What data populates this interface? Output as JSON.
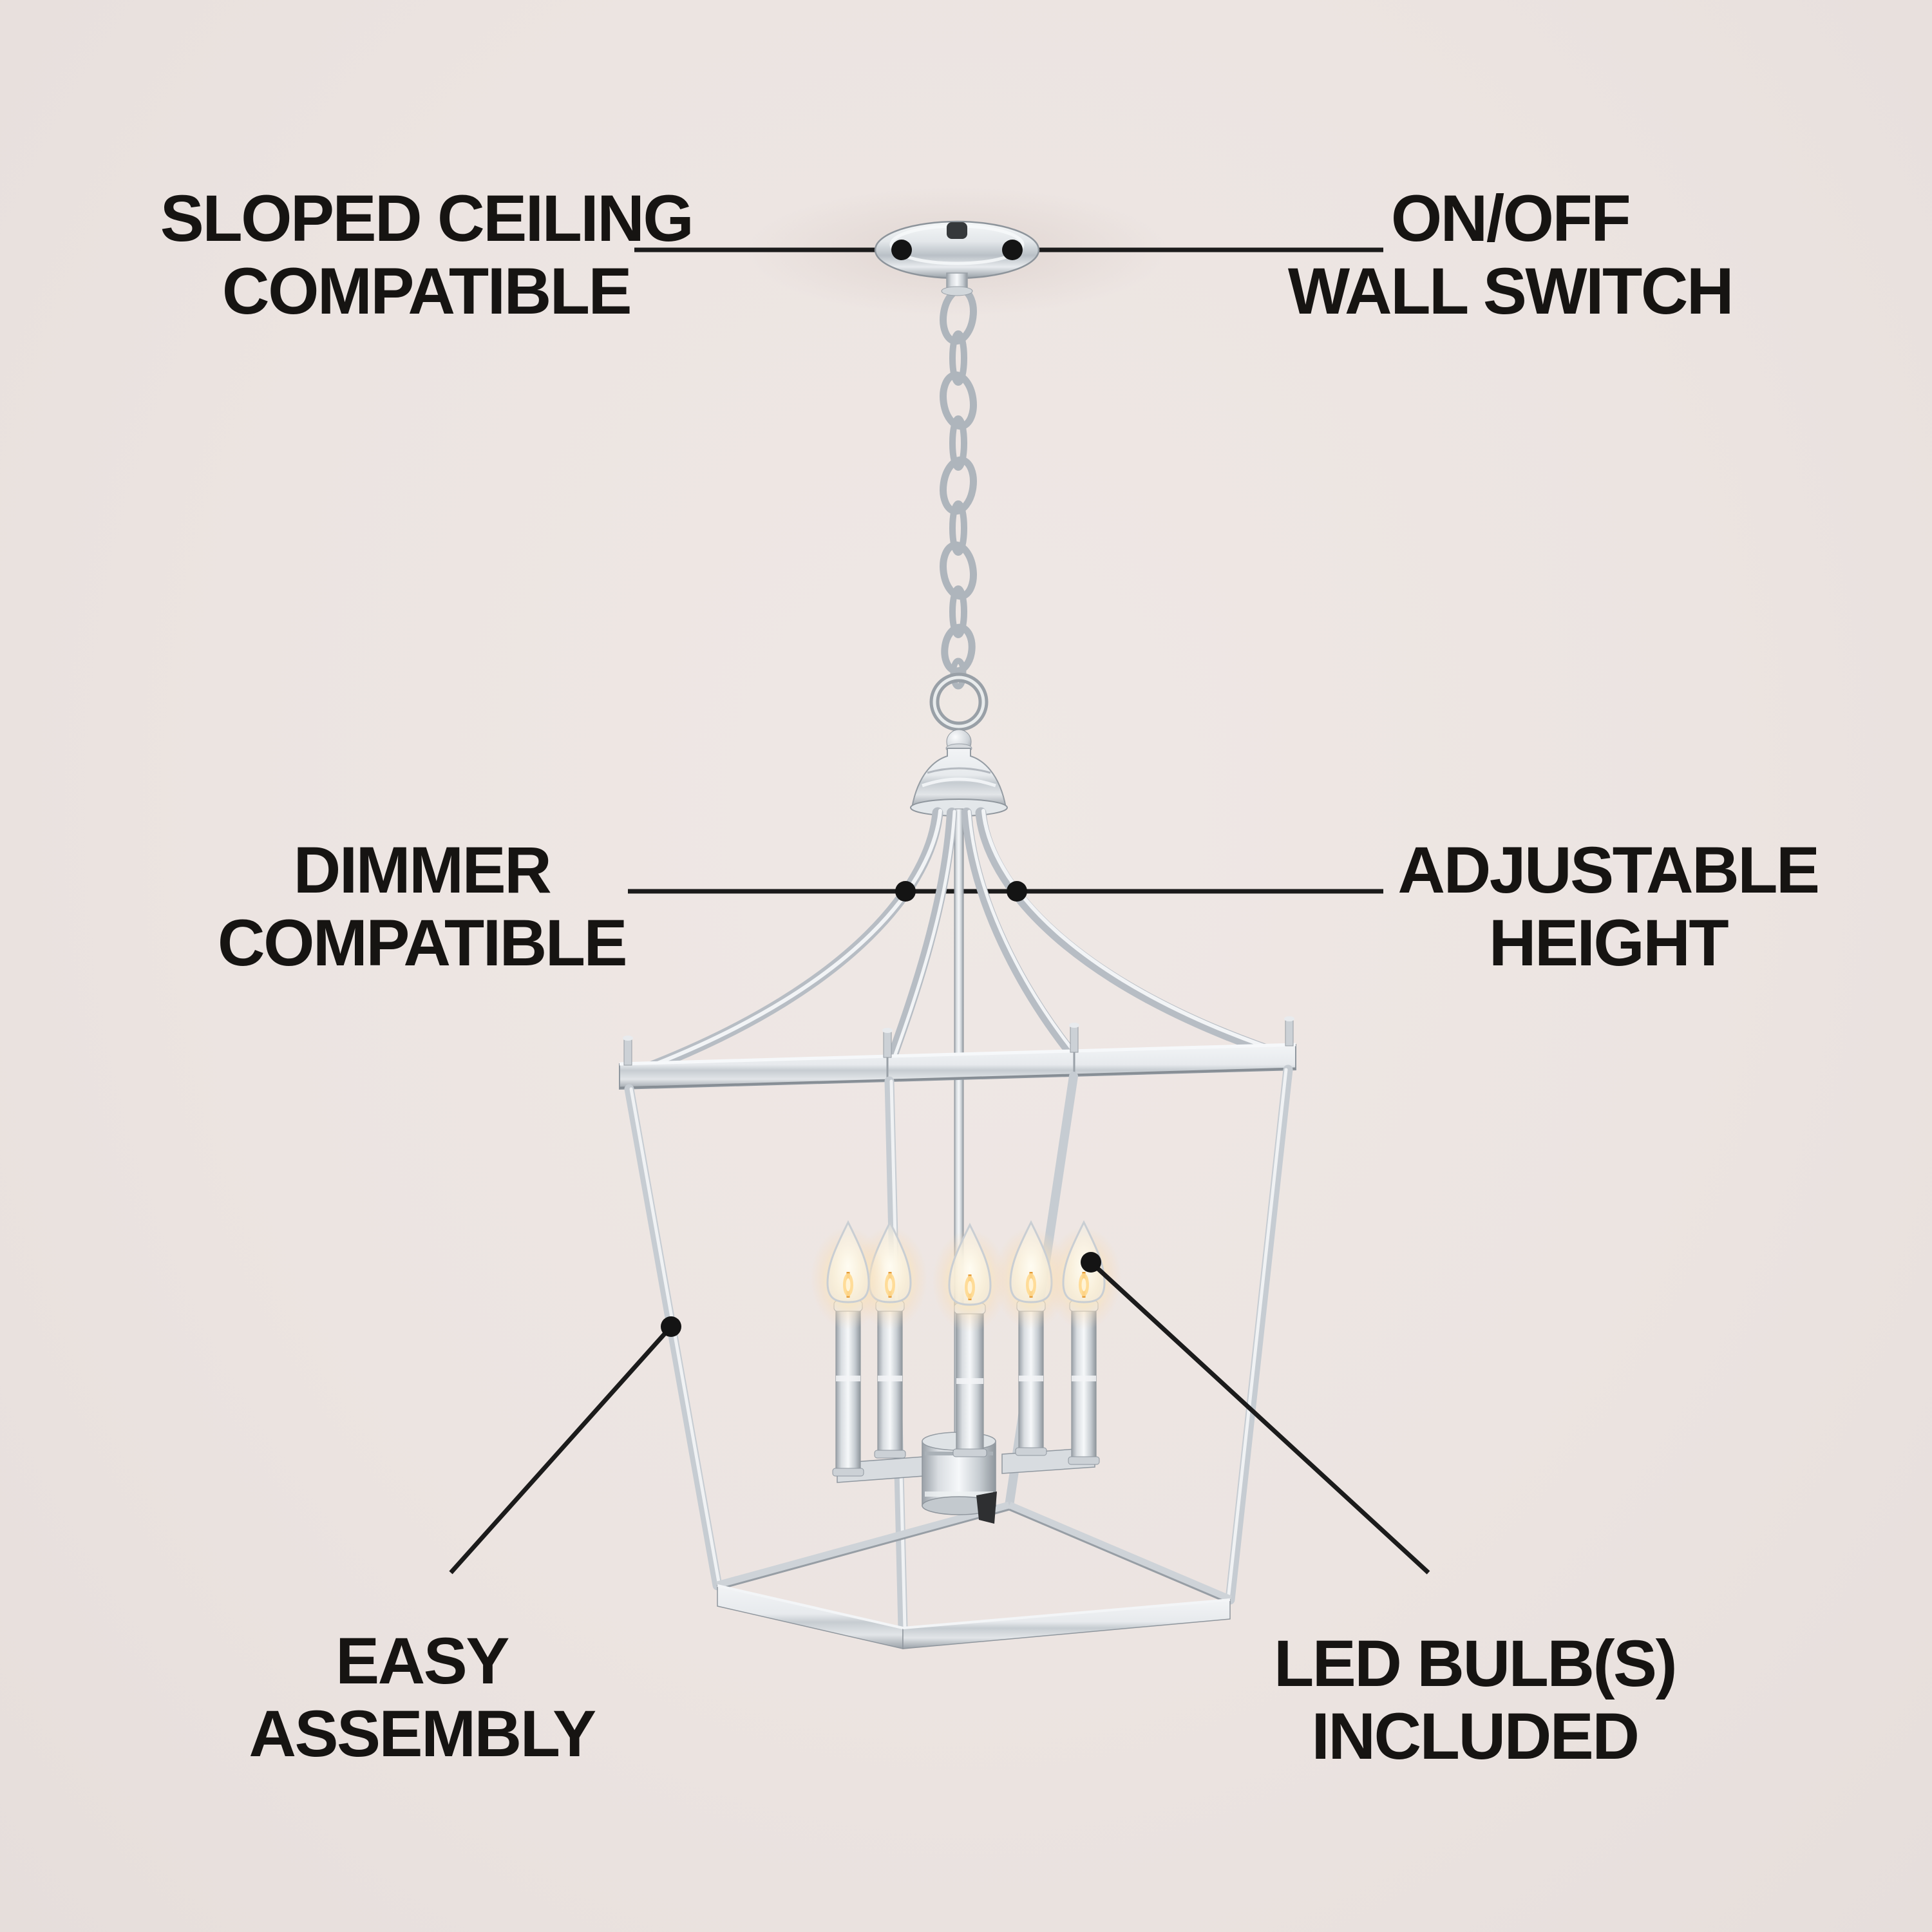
{
  "page": {
    "background_color": "#ece4e1",
    "ink_color": "#161412",
    "callout_line_color": "#1b1b1b"
  },
  "product_illustration": {
    "type": "lantern cage pendant chandelier",
    "bulb_count": 5,
    "metal_color": "#d9dde1",
    "bulb_glow_color": "#ffe3a9"
  },
  "callouts": [
    {
      "id": "sloped-ceiling",
      "lines": [
        "SLOPED CEILING",
        "COMPATIBLE"
      ]
    },
    {
      "id": "on-off-wall-switch",
      "lines": [
        "ON/OFF",
        "WALL SWITCH"
      ]
    },
    {
      "id": "dimmer-compatible",
      "lines": [
        "DIMMER",
        "COMPATIBLE"
      ]
    },
    {
      "id": "adjustable-height",
      "lines": [
        "ADJUSTABLE",
        "HEIGHT"
      ]
    },
    {
      "id": "easy-assembly",
      "lines": [
        "EASY",
        "ASSEMBLY"
      ]
    },
    {
      "id": "led-bulbs-included",
      "lines": [
        "LED BULB(S)",
        "INCLUDED"
      ]
    }
  ]
}
